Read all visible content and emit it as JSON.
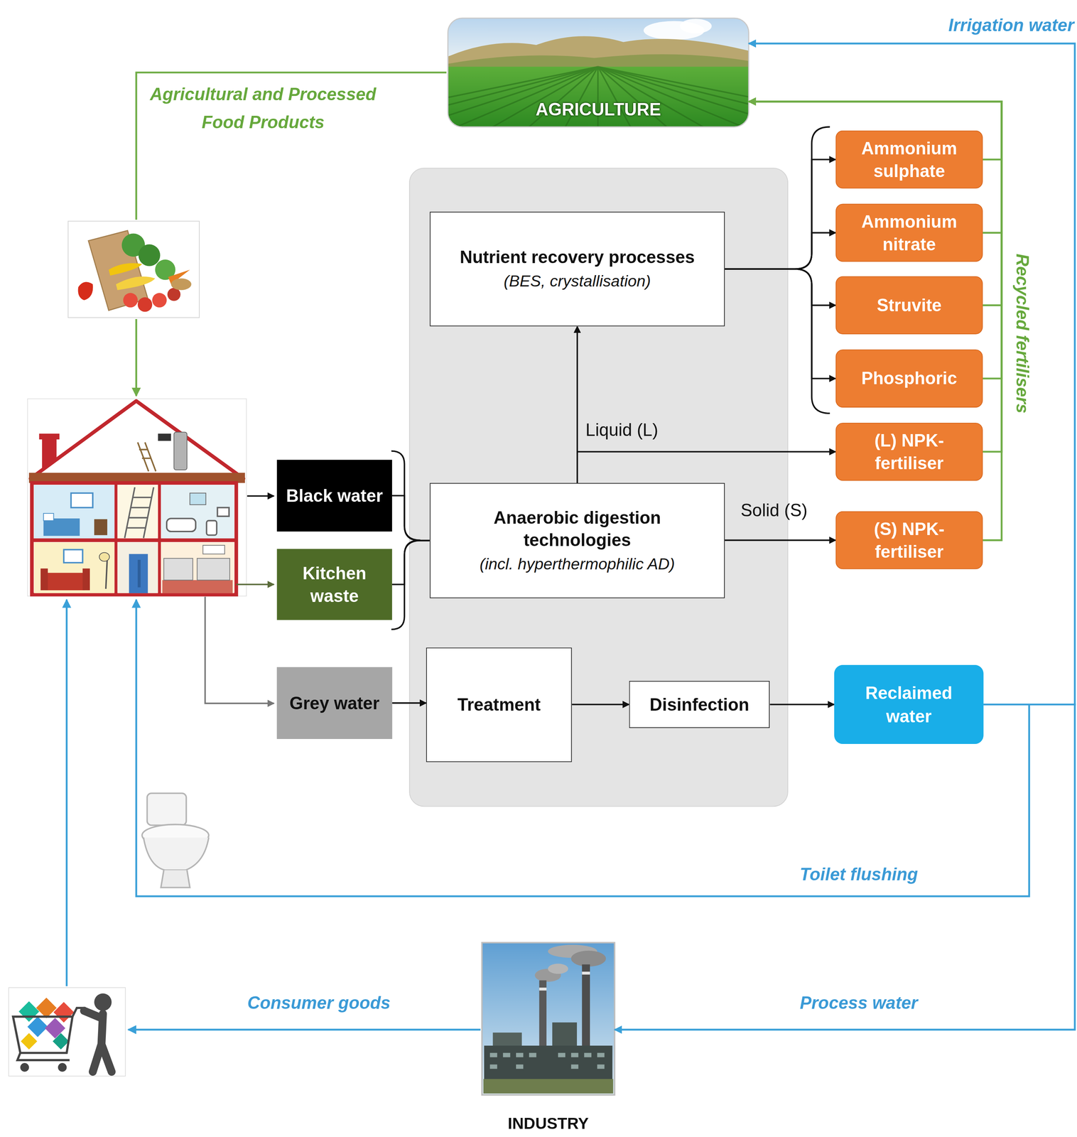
{
  "diagram": {
    "nodes": [
      {
        "text": [
          "AGRICULTURE"
        ]
      },
      {
        "text": [
          "Nutrient recovery processes",
          "(BES, crystallisation)"
        ]
      },
      {
        "text": [
          "Ammonium sulphate"
        ]
      },
      {
        "text": [
          "Ammonium nitrate"
        ]
      },
      {
        "text": [
          "Struvite"
        ]
      },
      {
        "text": [
          "Phosphoric"
        ]
      },
      {
        "text": [
          "(L) NPK-fertiliser"
        ]
      },
      {
        "text": [
          "Black water"
        ]
      },
      {
        "text": [
          "Anaerobic digestion technologies",
          "(incl. hyperthermophilic AD)"
        ]
      },
      {
        "text": [
          "(S) NPK-fertiliser"
        ]
      },
      {
        "text": [
          "Kitchen waste"
        ]
      },
      {
        "text": [
          "Grey water"
        ]
      },
      {
        "text": [
          "Treatment"
        ]
      },
      {
        "text": [
          "Disinfection"
        ]
      },
      {
        "text": [
          "Reclaimed water"
        ]
      },
      {
        "text": [
          "INDUSTRY"
        ]
      }
    ],
    "edges": [
      {
        "from": 8,
        "to": 1,
        "label": "Liquid (L)",
        "arrow": "to"
      },
      {
        "from": 8,
        "to": 6,
        "arrow": "to"
      },
      {
        "from": 8,
        "to": 9,
        "label": "Solid (S)",
        "arrow": "to"
      },
      {
        "from": 1,
        "to": 2,
        "arrow": "to"
      },
      {
        "from": 1,
        "to": 3,
        "arrow": "to"
      },
      {
        "from": 1,
        "to": 4,
        "arrow": "to"
      },
      {
        "from": 1,
        "to": 5,
        "arrow": "to"
      },
      {
        "from": 7,
        "to": 8,
        "arrow": "none"
      },
      {
        "from": 10,
        "to": 8,
        "arrow": "none"
      },
      {
        "from": 11,
        "to": 12,
        "arrow": "to"
      },
      {
        "from": 12,
        "to": 13,
        "arrow": "to"
      },
      {
        "from": 13,
        "to": 14,
        "arrow": "to"
      },
      {
        "from": 2,
        "to": 0,
        "arrow": "to"
      },
      {
        "from": 3,
        "to": 0,
        "arrow": "to"
      },
      {
        "from": 4,
        "to": 0,
        "arrow": "to"
      },
      {
        "from": 5,
        "to": 0,
        "arrow": "to"
      },
      {
        "from": 6,
        "to": 0,
        "arrow": "to"
      },
      {
        "from": 9,
        "to": 0,
        "label": "Recycled fertilisers",
        "arrow": "to"
      },
      {
        "from": 14,
        "to": 0,
        "label": "Irrigation water",
        "arrow": "to"
      },
      {
        "from": 14,
        "to": 15,
        "label": "Process water",
        "arrow": "to"
      }
    ],
    "labels": [
      "Agricultural and Processed Food Products",
      "Toilet flushing",
      "Consumer goods"
    ]
  }
}
